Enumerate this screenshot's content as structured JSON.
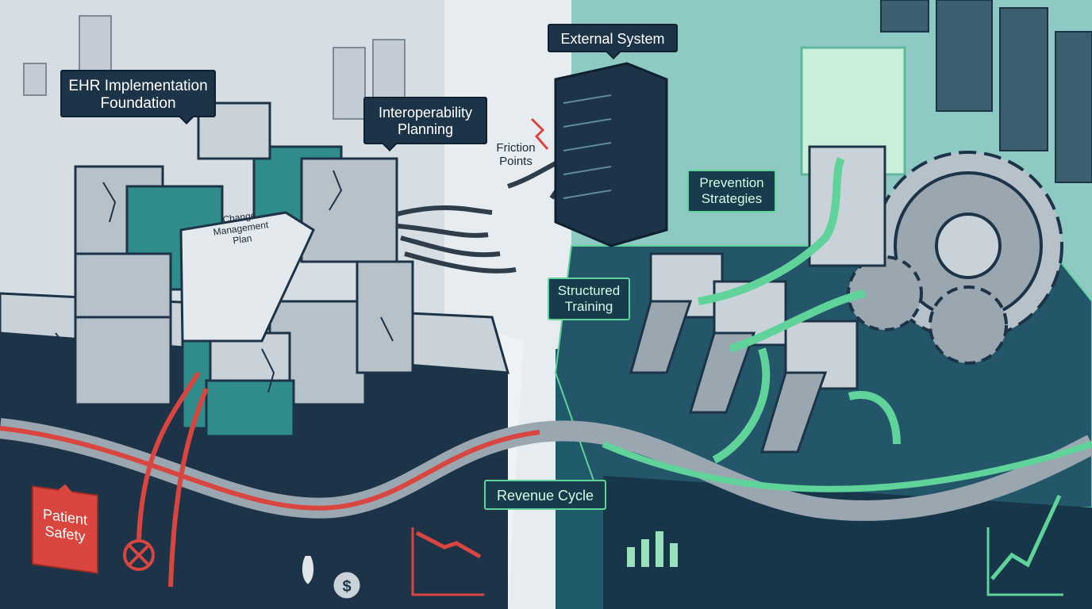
{
  "labels": {
    "ehr_foundation": "EHR Implementation Foundation",
    "interoperability": "Interoperability Planning",
    "change_management": "Change Management Plan",
    "external_system": "External System",
    "friction_points": "Friction Points",
    "prevention": "Prevention Strategies",
    "structured_training": "Structured Training",
    "revenue_cycle": "Revenue Cycle",
    "patient_safety": "Patient Safety"
  },
  "colors": {
    "dark_navy": "#1d3448",
    "teal": "#2f8c8a",
    "mint": "#5fd39a",
    "alert_red": "#d9453f",
    "stone": "#c9d2d8",
    "floor_light": "#eef2f5",
    "floor_teal": "#1f5a6b"
  },
  "icons": {
    "gear": "gear-icon",
    "server": "server-icon",
    "dollar": "dollar-icon",
    "decline_chart": "trend-down-icon",
    "growth_chart": "trend-up-icon",
    "valve": "valve-icon"
  }
}
